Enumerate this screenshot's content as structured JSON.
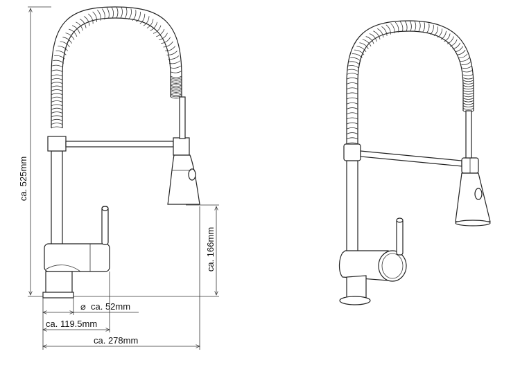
{
  "dimensions": {
    "height_total": "ca. 525mm",
    "spout_height": "ca. 166mm",
    "base_diameter": "ca. 52mm",
    "diameter_symbol": "⌀",
    "reach_inner": "ca. 119.5mm",
    "reach_total": "ca. 278mm"
  }
}
